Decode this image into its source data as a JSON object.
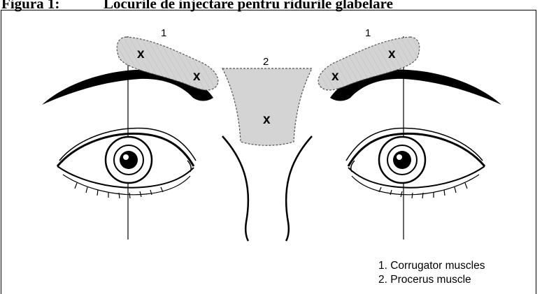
{
  "heading": {
    "figure_number": "Figura 1:",
    "title": "Locurile de injectare pentru ridurile glabelare"
  },
  "region_labels": {
    "corrugator_left": "1",
    "corrugator_right": "1",
    "procerus": "2"
  },
  "injection_marker": "x",
  "legend": {
    "item1": "1. Corrugator muscles",
    "item2": "2. Procerus muscle"
  },
  "colors": {
    "muscle_fill": "#d4d4d4",
    "line": "#000000"
  }
}
